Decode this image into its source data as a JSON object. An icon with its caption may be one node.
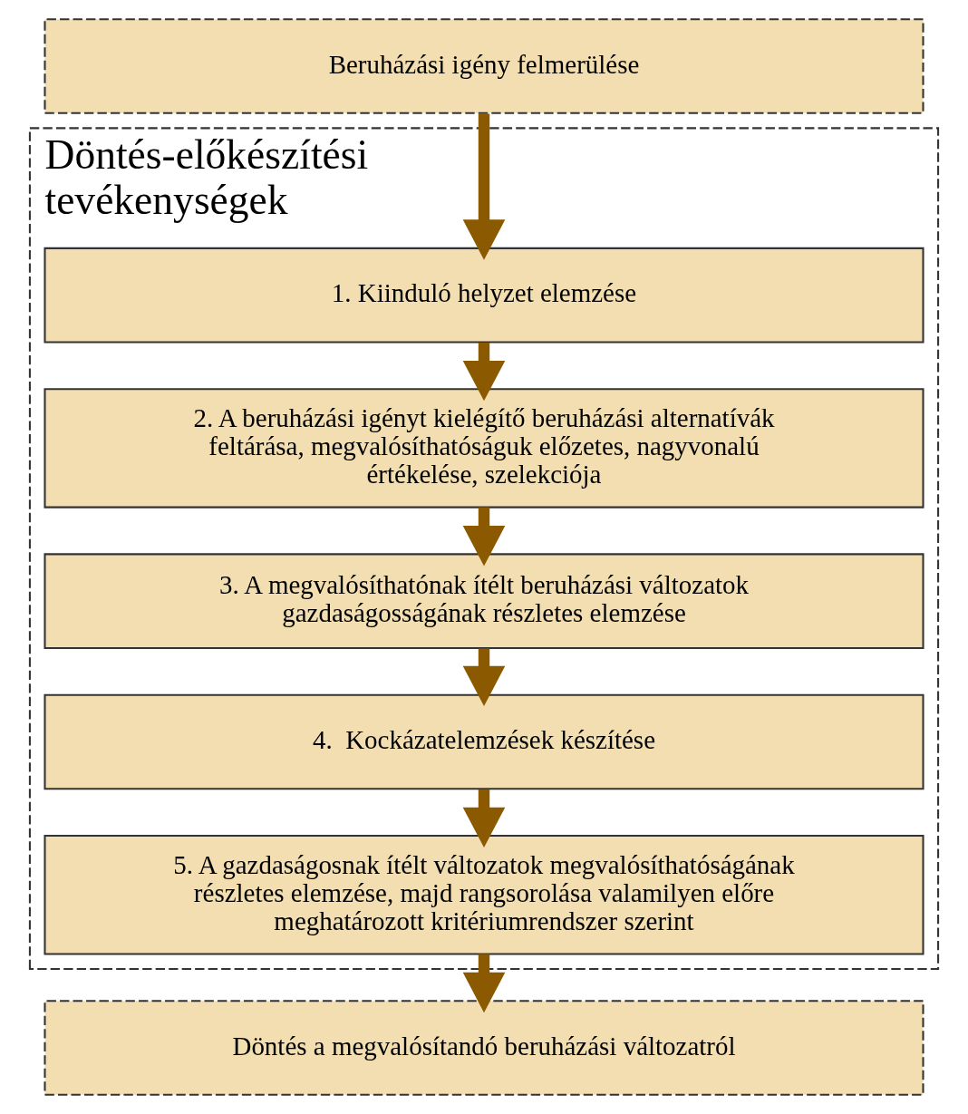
{
  "diagram": {
    "nodes": [
      {
        "text": [
          "Beruházási igény felmerülése"
        ]
      },
      {
        "text": [
          "Döntés-előkészítési tevékenységek"
        ]
      },
      {
        "text": [
          "1. Kiinduló helyzet elemzése"
        ],
        "in": 1
      },
      {
        "text": [
          "2. A beruházási igényt kielégítő beruházási alternatívák feltárása, megvalósíthatóságuk előzetes, nagyvonalú értékelése, szelekciója"
        ],
        "in": 1
      },
      {
        "text": [
          "3. A megvalósíthatónak ítélt beruházási változatok gazdaságosságának részletes elemzése"
        ],
        "in": 1
      },
      {
        "text": [
          "4.  Kockázatelemzések készítése"
        ],
        "in": 1
      },
      {
        "text": [
          "5. A gazdaságosnak ítélt változatok megvalósíthatóságának részletes elemzése, majd rangsorolása valamilyen előre meghatározott kritériumrendszer szerint"
        ],
        "in": 1
      },
      {
        "text": [
          "Döntés a megvalósítandó beruházási változatról"
        ]
      }
    ],
    "edges": [
      {
        "from": 0,
        "to": 2,
        "arrow": "to"
      },
      {
        "from": 2,
        "to": 3,
        "arrow": "to"
      },
      {
        "from": 3,
        "to": 4,
        "arrow": "to"
      },
      {
        "from": 4,
        "to": 5,
        "arrow": "to"
      },
      {
        "from": 5,
        "to": 6,
        "arrow": "to"
      },
      {
        "from": 6,
        "to": 7,
        "arrow": "to"
      }
    ]
  }
}
